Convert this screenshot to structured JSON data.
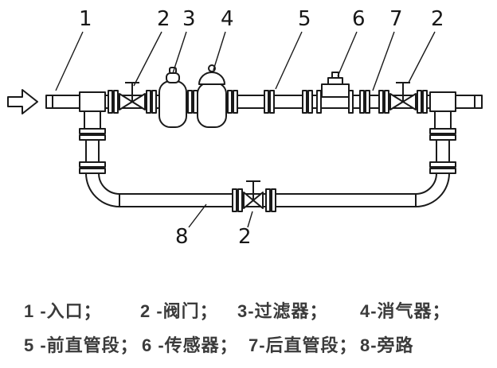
{
  "diagram": {
    "callouts_top": [
      "1",
      "2",
      "3",
      "4",
      "5",
      "6",
      "7",
      "2"
    ],
    "callouts_bottom": [
      "8",
      "2"
    ]
  },
  "legend": {
    "items": [
      "1 -入口；",
      "2 -阀门；",
      "3-过滤器；",
      "4-消气器；",
      "5 -前直管段；",
      "6 -传感器；",
      "7-后直管段；",
      "8-旁路"
    ]
  },
  "colors": {
    "line": "#1a1a1a",
    "text": "#3b3b3b"
  }
}
